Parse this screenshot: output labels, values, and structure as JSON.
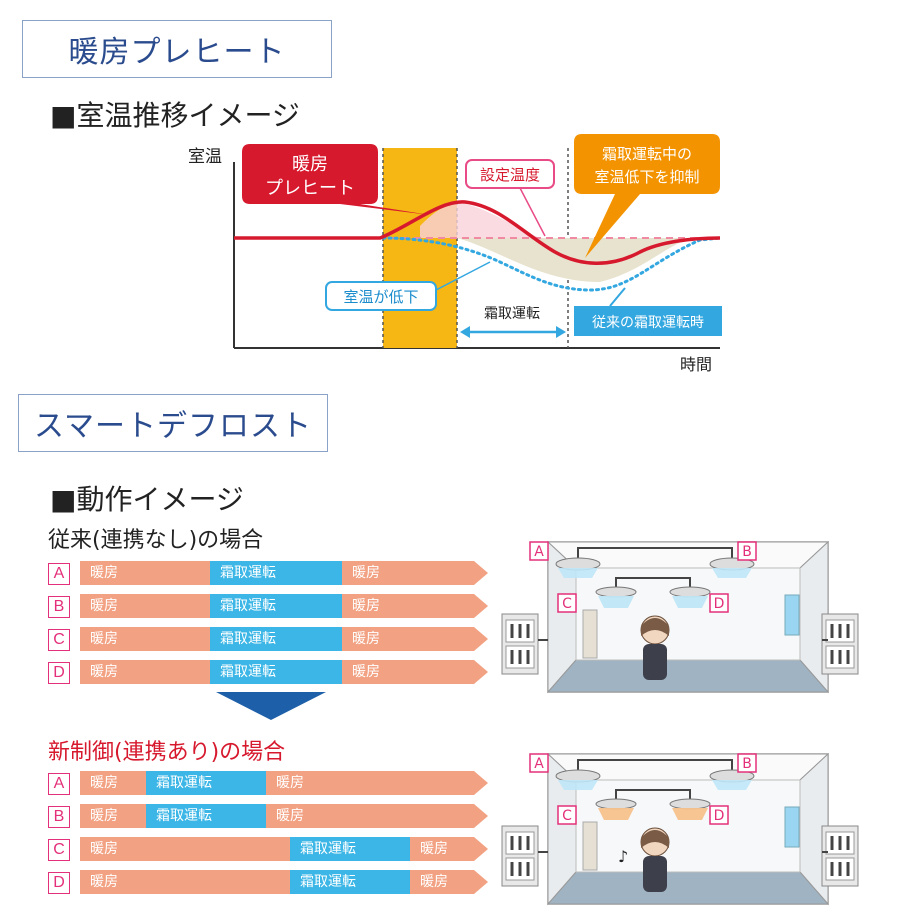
{
  "section1": {
    "title": "暖房プレヒート",
    "heading": "■室温推移イメージ"
  },
  "chart": {
    "ylabel": "室温",
    "xlabel": "時間",
    "callout_preheat": [
      "暖房",
      "プレヒート"
    ],
    "setpoint_label": "設定温度",
    "callout_suppress": [
      "霜取運転中の",
      "室温低下を抑制"
    ],
    "drop_label": "室温が低下",
    "defrost_label": "霜取運転",
    "conventional_label": "従来の霜取運転時",
    "colors": {
      "new": "#d7192e",
      "old": "#33a7e0",
      "yellow": "#f6b614",
      "setpoint": "#f08aa3",
      "suppress": "#f39300"
    }
  },
  "section2": {
    "title": "スマートデフロスト",
    "heading": "■動作イメージ",
    "conventional_title": "従来(連携なし)の場合",
    "new_title": "新制御(連携あり)の場合"
  },
  "labels": {
    "heat": "暖房",
    "defrost": "霜取運転"
  },
  "rows_conventional": [
    {
      "id": "A",
      "segments": [
        "heat",
        "defrost",
        "heat"
      ]
    },
    {
      "id": "B",
      "segments": [
        "heat",
        "defrost",
        "heat"
      ]
    },
    {
      "id": "C",
      "segments": [
        "heat",
        "defrost",
        "heat"
      ]
    },
    {
      "id": "D",
      "segments": [
        "heat",
        "defrost",
        "heat"
      ]
    }
  ],
  "rows_new": [
    {
      "id": "A",
      "segments": [
        "heat",
        "defrost",
        "heat"
      ]
    },
    {
      "id": "B",
      "segments": [
        "heat",
        "defrost",
        "heat"
      ]
    },
    {
      "id": "C",
      "segments": [
        "heat",
        "defrost",
        "heat"
      ]
    },
    {
      "id": "D",
      "segments": [
        "heat",
        "defrost",
        "heat"
      ]
    }
  ],
  "room_units": [
    "A",
    "B",
    "C",
    "D"
  ],
  "music_note": "♪"
}
